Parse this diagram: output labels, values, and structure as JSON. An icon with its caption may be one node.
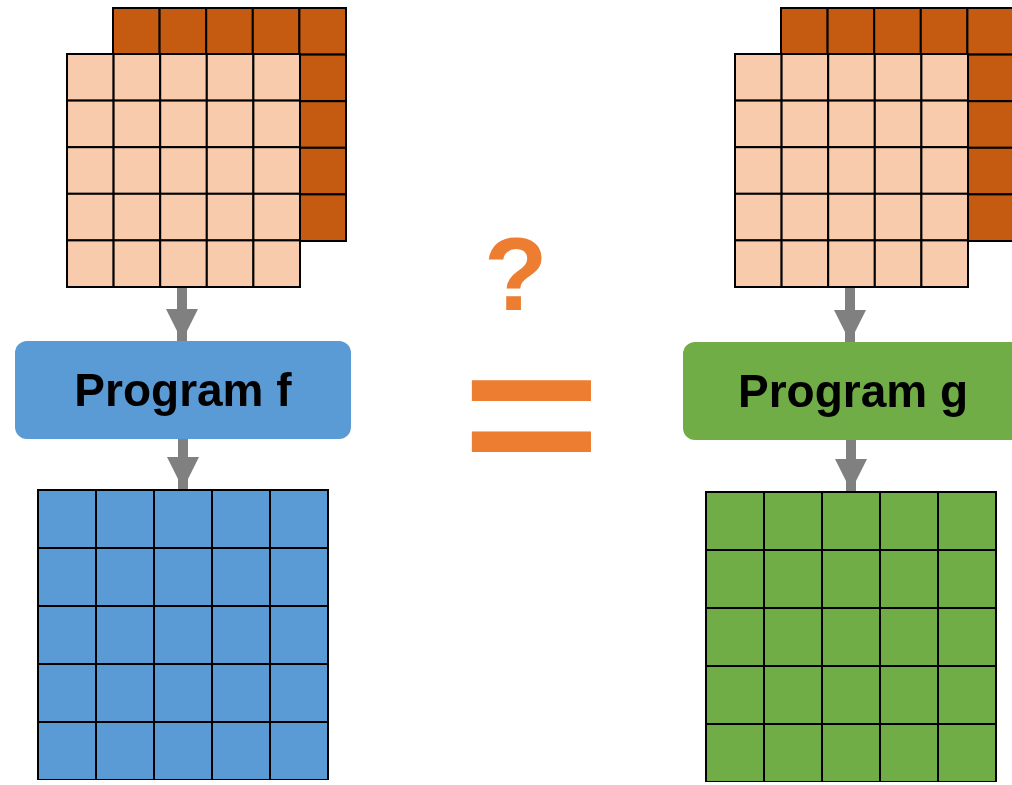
{
  "diagram": {
    "nodes": [
      {
        "text": [],
        "shape": "picture"
      },
      {
        "text": [
          "Program f"
        ]
      },
      {
        "text": [],
        "shape": "picture"
      },
      {
        "text": [],
        "shape": "picture"
      },
      {
        "text": [
          "Program g"
        ]
      },
      {
        "text": [],
        "shape": "picture"
      }
    ],
    "edges": [
      {
        "from": 0,
        "to": 1,
        "arrow": "to"
      },
      {
        "from": 1,
        "to": 2,
        "arrow": "to"
      },
      {
        "from": 3,
        "to": 4,
        "arrow": "to"
      },
      {
        "from": 4,
        "to": 5,
        "arrow": "to"
      }
    ],
    "labels": [
      "?",
      "="
    ]
  }
}
